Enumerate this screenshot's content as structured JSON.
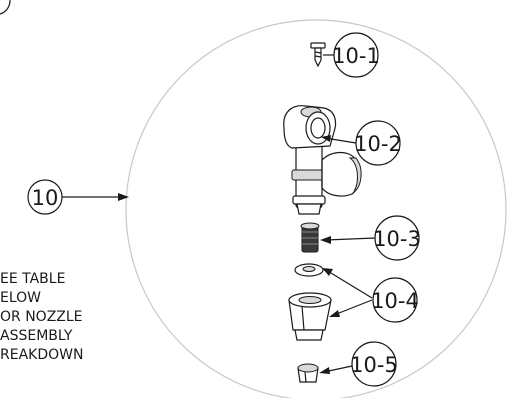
{
  "balloons": {
    "main": "10",
    "p1": "10-1",
    "p2": "10-2",
    "p3": "10-3",
    "p4": "10-4",
    "p5": "10-5"
  },
  "note": {
    "line1": "EE TABLE",
    "line2": "ELOW",
    "line3": "OR NOZZLE",
    "line4": "ASSEMBLY",
    "line5": "REAKDOWN"
  }
}
